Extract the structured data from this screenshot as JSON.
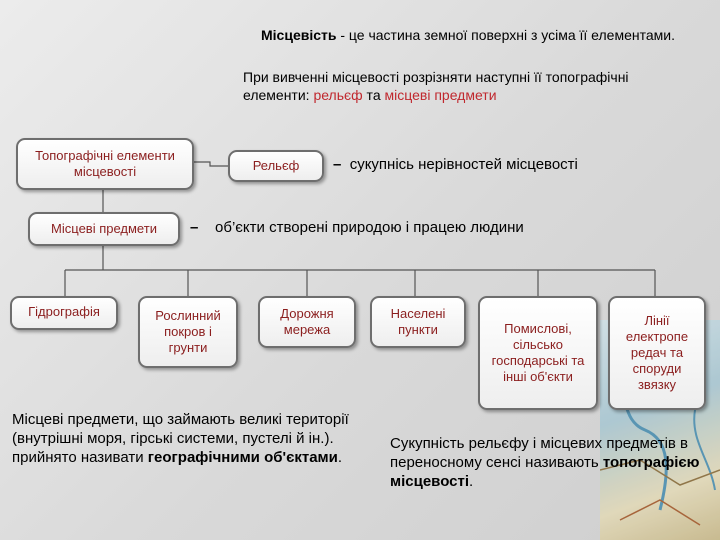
{
  "header": {
    "term": "Місцевість",
    "definition": " - це частина земної поверхні з усіма її елементами.",
    "intro": "При вивченні місцевості розрізняти наступні її топографічні елементи: ",
    "relief": "рельєф",
    "and": " та ",
    "local_objects": "місцеві предмети"
  },
  "boxes": {
    "topographic_elements": "Топографічні елементи місцевості",
    "relief": "Рельєф",
    "local_objects": "Місцеві предмети"
  },
  "definitions": {
    "relief_dash": "–",
    "relief": "сукупнісь нерівностей місцевості",
    "local_objects_dash": "–",
    "local_objects": "об’єкти створені природою і працею людини"
  },
  "categories": [
    "Гідрографія",
    "Рослинний покров і грунти",
    "Дорожня мережа",
    "Населені пункти",
    "Помислові, сільсько господарські та інші об'єкти",
    "Лінії електропе редач та споруди звязку"
  ],
  "footer": {
    "left_text": "Місцеві предмети, що займають великі території (внутрішні моря, гірські системи, пустелі й ін.). прийнято називати ",
    "left_bold": "географічними об'єктами",
    "left_end": ".",
    "right_text": "Сукупність рельєфу і місцевих предметів в переносному сенсі називають ",
    "right_bold": "топографією місцевості",
    "right_end": "."
  }
}
